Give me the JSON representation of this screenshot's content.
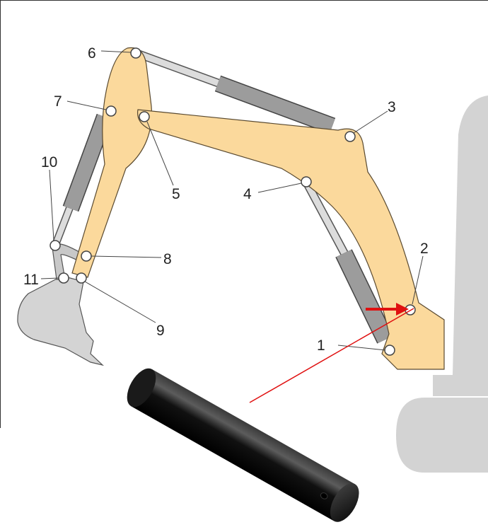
{
  "colors": {
    "arm": "#fbd99c",
    "arm_stroke": "#5a4a30",
    "cylinder_rod": "#d8d8d8",
    "cylinder_barrel": "#9a9a9a",
    "bucket": "#d4d4d4",
    "seat": "#d3d3d3",
    "pin": "#111111",
    "highlight": "#e01010"
  },
  "labels": [
    {
      "id": "1",
      "text": "1"
    },
    {
      "id": "2",
      "text": "2"
    },
    {
      "id": "3",
      "text": "3"
    },
    {
      "id": "4",
      "text": "4"
    },
    {
      "id": "5",
      "text": "5"
    },
    {
      "id": "6",
      "text": "6"
    },
    {
      "id": "7",
      "text": "7"
    },
    {
      "id": "8",
      "text": "8"
    },
    {
      "id": "9",
      "text": "9"
    },
    {
      "id": "10",
      "text": "10"
    },
    {
      "id": "11",
      "text": "11"
    }
  ],
  "highlighted_pin": "2"
}
